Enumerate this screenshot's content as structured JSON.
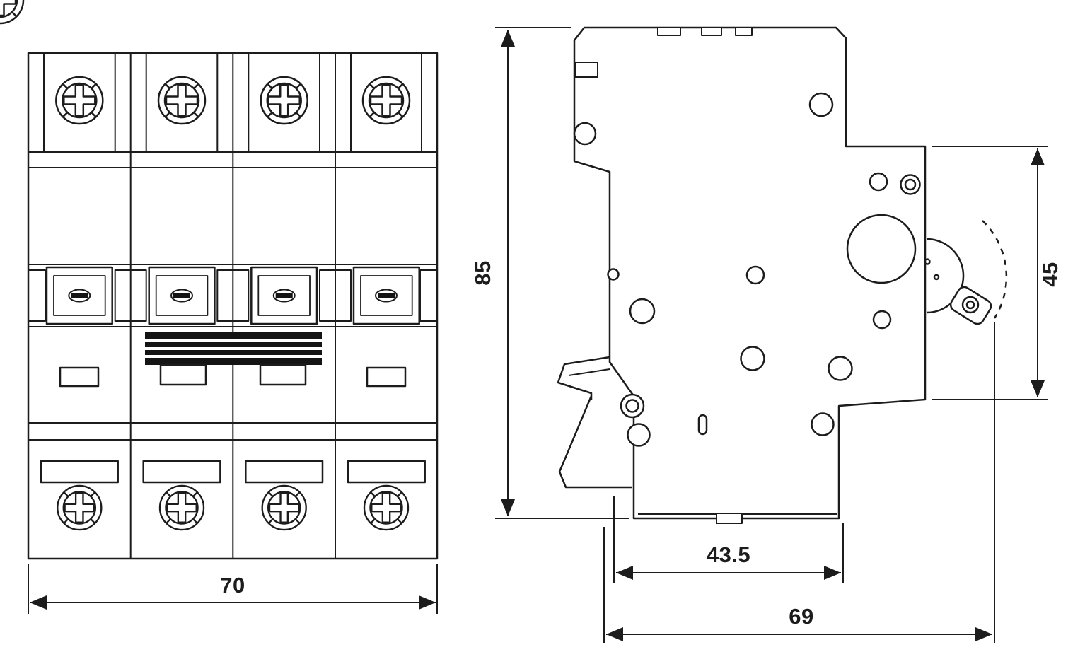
{
  "front_view": {
    "width_dim": "70"
  },
  "side_view": {
    "height_dim": "85",
    "handle_depth_dim": "45",
    "body_depth_dim": "43.5",
    "total_depth_dim": "69"
  }
}
